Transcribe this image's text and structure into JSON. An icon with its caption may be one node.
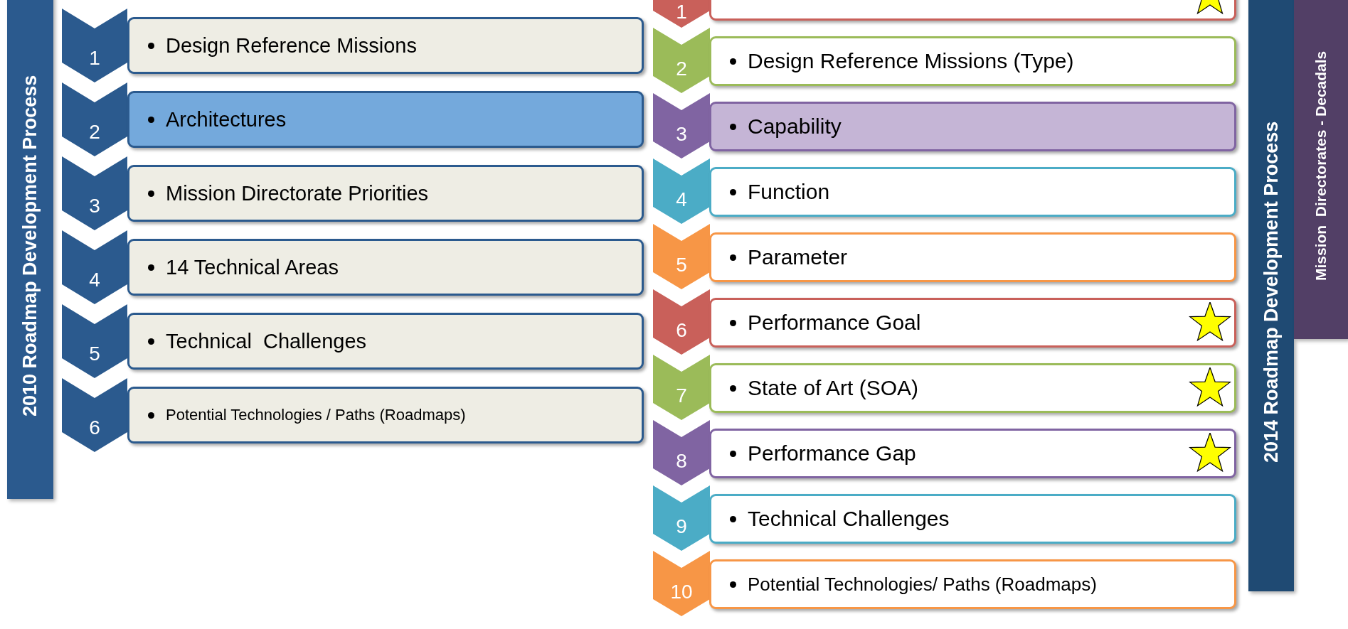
{
  "diagram": {
    "nodes": [
      {
        "text": [
          "2010 Roadmap Development Process"
        ]
      },
      {
        "text": [
          "1"
        ]
      },
      {
        "text": [
          "Design Reference Missions"
        ]
      },
      {
        "text": [
          "2"
        ]
      },
      {
        "text": [
          "Architectures"
        ]
      },
      {
        "text": [
          "3"
        ]
      },
      {
        "text": [
          "Mission Directorate Priorities"
        ]
      },
      {
        "text": [
          "4"
        ]
      },
      {
        "text": [
          "14 Technical Areas"
        ]
      },
      {
        "text": [
          "5"
        ]
      },
      {
        "text": [
          "Technical  Challenges"
        ]
      },
      {
        "text": [
          "6"
        ]
      },
      {
        "text": [
          "Potential Technologies / Paths (Roadmaps)"
        ]
      },
      {
        "text": [
          "1"
        ]
      },
      {
        "text": [],
        "shape": "box"
      },
      {
        "text": [
          "2"
        ]
      },
      {
        "text": [
          "Design Reference Missions (Type)"
        ]
      },
      {
        "text": [
          "3"
        ]
      },
      {
        "text": [
          "Capability"
        ]
      },
      {
        "text": [
          "4"
        ]
      },
      {
        "text": [
          "Function"
        ]
      },
      {
        "text": [
          "5"
        ]
      },
      {
        "text": [
          "Parameter"
        ]
      },
      {
        "text": [
          "6"
        ]
      },
      {
        "text": [
          "Performance Goal"
        ]
      },
      {
        "text": [
          "7"
        ]
      },
      {
        "text": [
          "State of Art (SOA)"
        ]
      },
      {
        "text": [
          "8"
        ]
      },
      {
        "text": [
          "Performance Gap"
        ]
      },
      {
        "text": [
          "9"
        ]
      },
      {
        "text": [
          "Technical Challenges"
        ]
      },
      {
        "text": [
          "10"
        ]
      },
      {
        "text": [
          "Potential Technologies/ Paths (Roadmaps)"
        ]
      },
      {
        "text": [
          "2014 Roadmap Development Process"
        ]
      },
      {
        "text": [
          "Mission  Directorates - Decadals"
        ]
      }
    ]
  }
}
